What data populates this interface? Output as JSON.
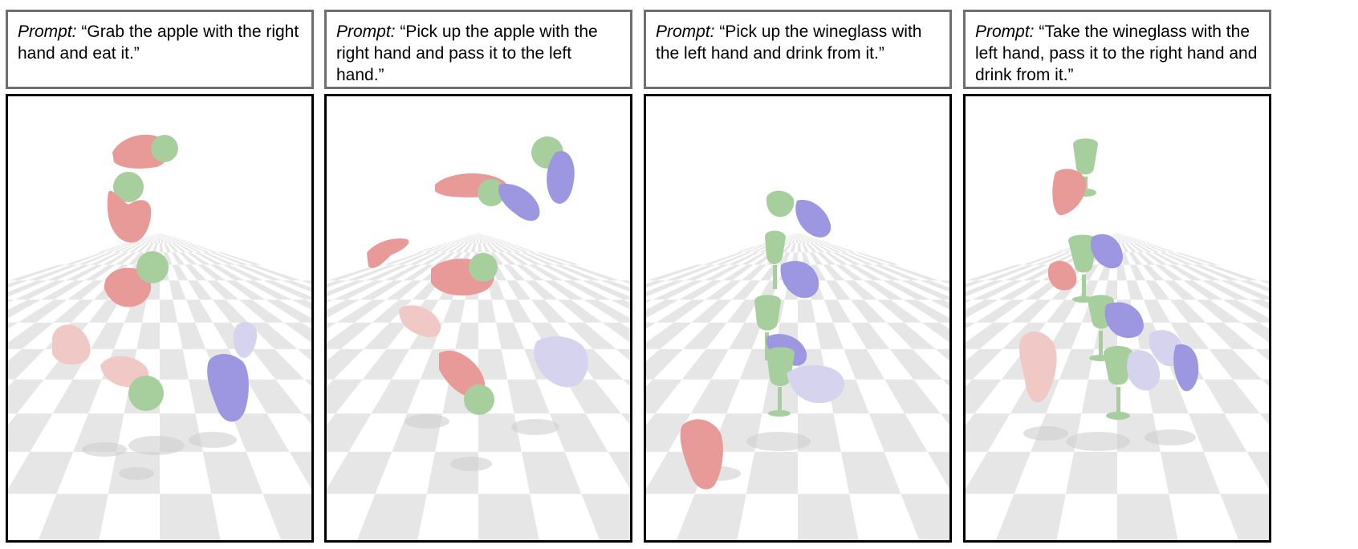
{
  "panels": [
    {
      "prompt_label": "Prompt:",
      "prompt_text": " “Grab the apple with the right hand and eat it.”",
      "object": "apple",
      "scene_name": "scene-apple-eat"
    },
    {
      "prompt_label": "Prompt:",
      "prompt_text": " “Pick up the apple with the right hand and pass it to the left hand.”",
      "object": "apple",
      "scene_name": "scene-apple-pass"
    },
    {
      "prompt_label": "Prompt:",
      "prompt_text": " “Pick up the wineglass with the left hand and drink from it.”",
      "object": "wineglass",
      "scene_name": "scene-wineglass-drink"
    },
    {
      "prompt_label": "Prompt:",
      "prompt_text": " “Take the wineglass with the left hand, pass it to the right hand and drink from it.”",
      "object": "wineglass",
      "scene_name": "scene-wineglass-pass"
    }
  ],
  "colors": {
    "right_hand": "#e89a98",
    "right_hand_faded": "#f0c9c6",
    "left_hand": "#9c97e0",
    "left_hand_faded": "#d5d3ee",
    "object": "#a7cf9e",
    "object_faded": "#c9dfc4",
    "floor_light": "#ffffff",
    "floor_dark": "#e6e6e6",
    "shadow": "#cfcfcf"
  }
}
